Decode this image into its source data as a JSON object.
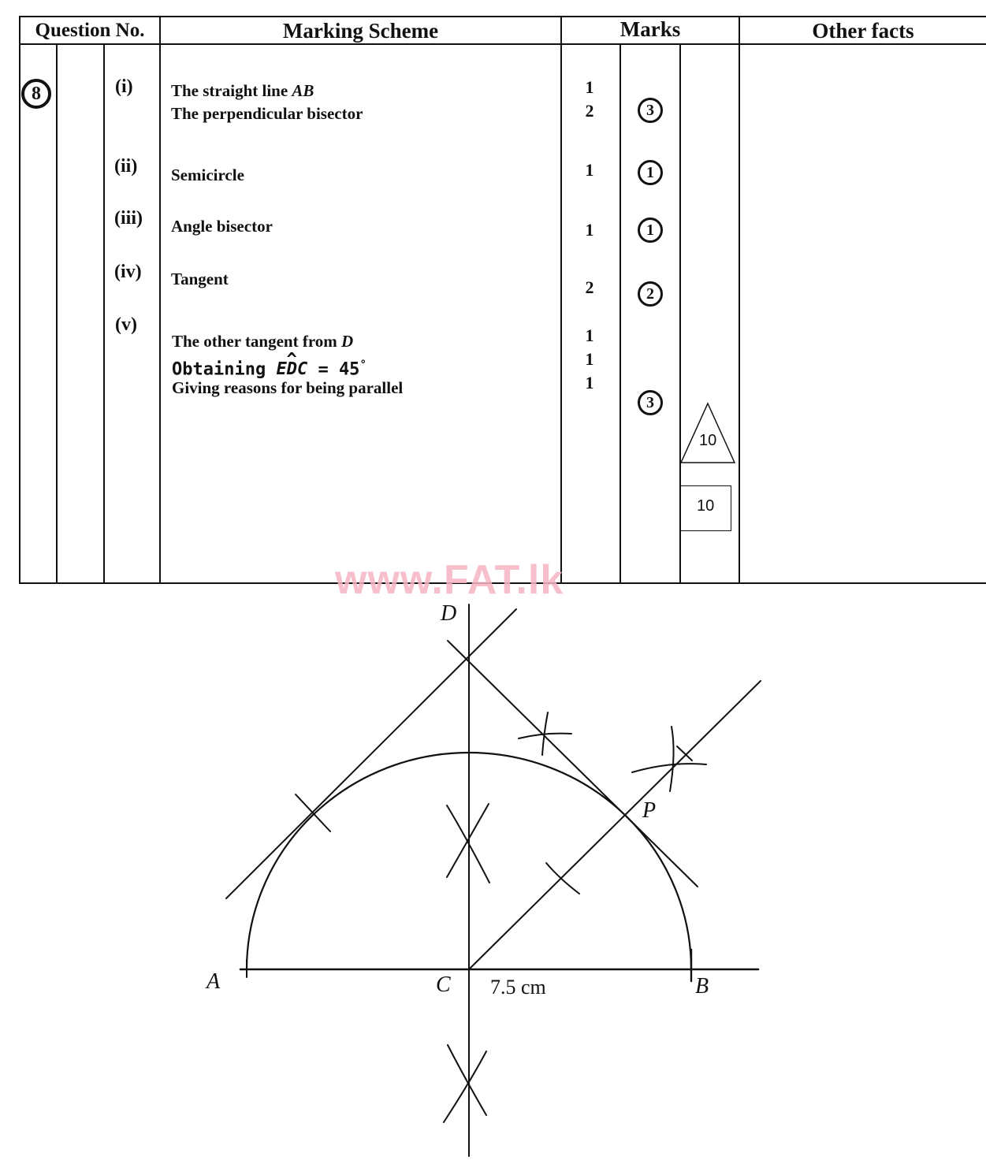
{
  "table": {
    "headers": {
      "question_no": "Question No.",
      "marking_scheme": "Marking Scheme",
      "marks": "Marks",
      "other_facts": "Other facts"
    },
    "question_number": "8",
    "parts": [
      {
        "label": "(i)",
        "lines": [
          "The straight line AB",
          "The perpendicular bisector"
        ],
        "line_marks": [
          "1",
          "2"
        ],
        "subtotal": "3"
      },
      {
        "label": "(ii)",
        "lines": [
          "Semicircle"
        ],
        "line_marks": [
          "1"
        ],
        "subtotal": "1"
      },
      {
        "label": "(iii)",
        "lines": [
          "Angle bisector"
        ],
        "line_marks": [
          "1"
        ],
        "subtotal": "1"
      },
      {
        "label": "(iv)",
        "lines": [
          "Tangent"
        ],
        "line_marks": [
          "2"
        ],
        "subtotal": "2"
      },
      {
        "label": "(v)",
        "lines": [
          "The other tangent from D",
          "Obtaining EDC = 45°",
          "Giving reasons for being parallel"
        ],
        "line_marks": [
          "1",
          "1",
          "1"
        ],
        "subtotal": "3"
      }
    ],
    "part_i_text": {
      "prefix": "The straight line ",
      "italic": "AB"
    },
    "part_v_text_1": {
      "prefix": "The other tangent from ",
      "italic": "D"
    },
    "part_v_text_2": {
      "prefix": "Obtaining ",
      "angle": "EDC",
      "suffix": " = 45",
      "degree": "°"
    },
    "total_triangle": "10",
    "total_box": "10"
  },
  "watermark": "www.FAT.lk",
  "diagram": {
    "labels": {
      "A": "A",
      "B": "B",
      "C": "C",
      "D": "D",
      "P": "P"
    },
    "measurement": "7.5 cm"
  }
}
